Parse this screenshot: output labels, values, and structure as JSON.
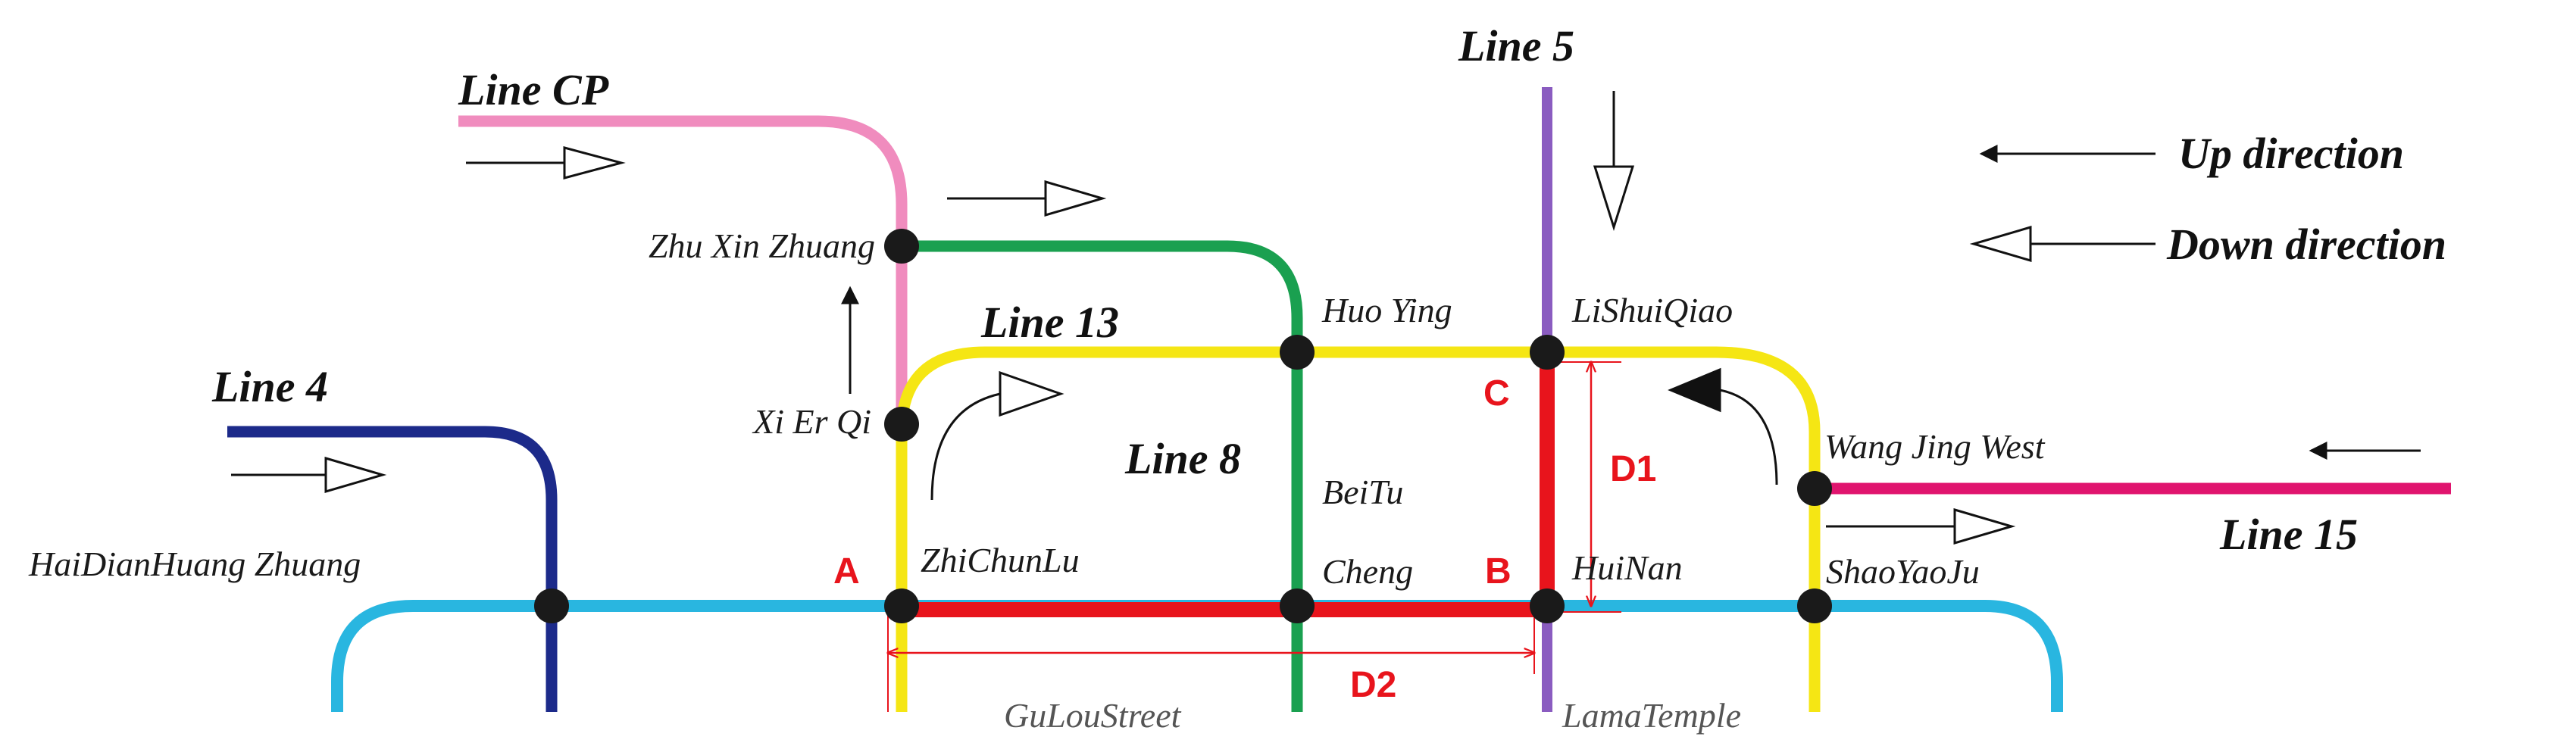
{
  "lines": {
    "cp": {
      "label": "Line CP",
      "color": "#f08cbe"
    },
    "five": {
      "label": "Line 5",
      "color": "#8a5cc0"
    },
    "thirteen": {
      "label": "Line 13",
      "color": "#f5e614"
    },
    "eight": {
      "label": "Line 8",
      "color": "#1aa050"
    },
    "four": {
      "label": "Line 4",
      "color": "#1c2a8a"
    },
    "fifteen": {
      "label": "Line 15",
      "color": "#e0146e"
    },
    "ten": {
      "label": "",
      "color": "#29b6e0"
    }
  },
  "stations": {
    "zhu_xin_zhuang": "Zhu Xin Zhuang",
    "xi_er_qi": "Xi Er Qi",
    "huo_ying": "Huo Ying",
    "li_shui_qiao": "LiShuiQiao",
    "wang_jing_west": "Wang Jing West",
    "hai_dian_huang_zhuang": "HaiDianHuang Zhuang",
    "zhi_chun_lu": "ZhiChunLu",
    "bei_tu": "BeiTu",
    "cheng": "Cheng",
    "hui_nan": "HuiNan",
    "shao_yao_ju": "ShaoYaoJu",
    "gu_lou_street": "GuLouStreet",
    "lama_temple": "LamaTemple"
  },
  "markers": {
    "a": "A",
    "b": "B",
    "c": "C",
    "d1": "D1",
    "d2": "D2"
  },
  "legend": {
    "up": "Up direction",
    "down": "Down direction"
  },
  "colors": {
    "highlight": "#e8141c",
    "station_dot": "#1a1a1a",
    "arrow": "#111111"
  }
}
